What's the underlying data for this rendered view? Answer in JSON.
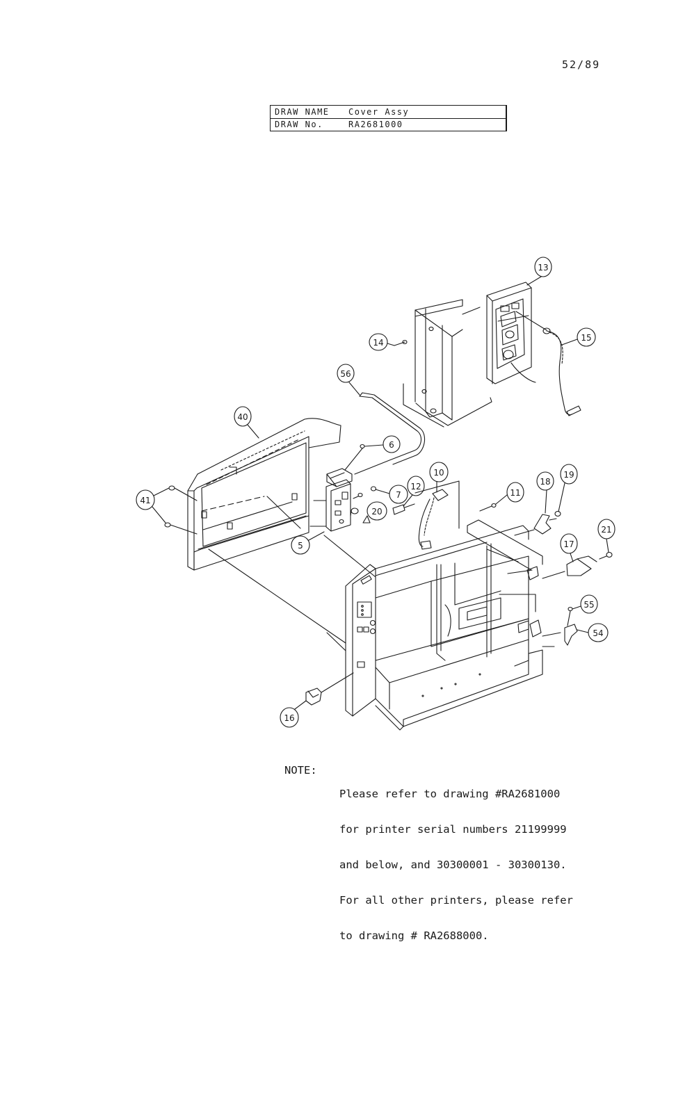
{
  "page_number": "52/89",
  "title_block": {
    "name_label": "DRAW NAME",
    "name_value": "Cover Assy",
    "number_label": "DRAW No.",
    "number_value": "RA2681000"
  },
  "callouts": [
    "13",
    "15",
    "14",
    "56",
    "40",
    "6",
    "7",
    "20",
    "12",
    "10",
    "11",
    "18",
    "19",
    "21",
    "17",
    "41",
    "5",
    "55",
    "54",
    "16"
  ],
  "note": {
    "label": "NOTE:",
    "lines": [
      "Please refer to drawing #RA2681000",
      "for printer serial numbers 21199999",
      "and below, and 30300001 - 30300130.",
      "For all other printers, please refer",
      "to drawing # RA2688000."
    ]
  }
}
